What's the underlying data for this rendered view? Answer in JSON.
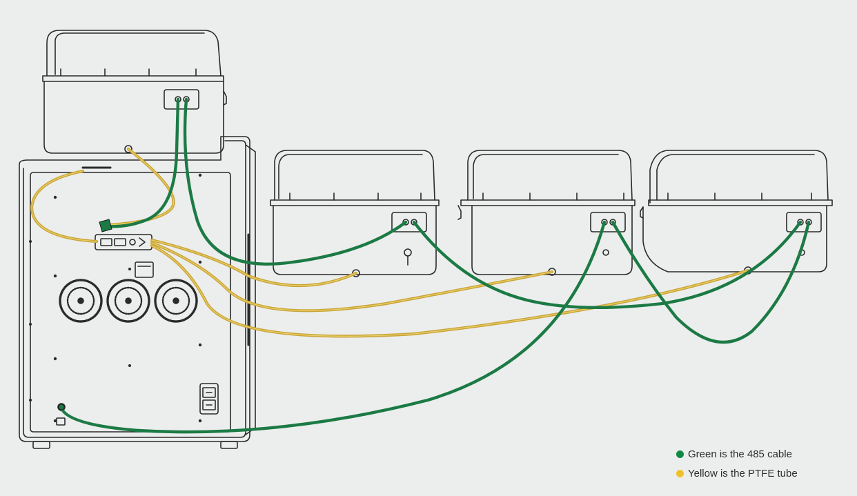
{
  "legend": {
    "items": [
      {
        "color": "#0f8a43",
        "label": "Green is the 485 cable"
      },
      {
        "color": "#f0c12b",
        "label": "Yellow is the PTFE tube"
      }
    ]
  },
  "colors": {
    "cable": "#1c7a45",
    "tube": "#c9a43a",
    "tube_highlight": "#e9cf63",
    "outline": "#2a2a2a",
    "background": "#eceeed"
  },
  "diagram": {
    "main_unit": "printer-rear-view",
    "hub_count": 4,
    "tube_connections": 4,
    "cable_connections": 5
  }
}
